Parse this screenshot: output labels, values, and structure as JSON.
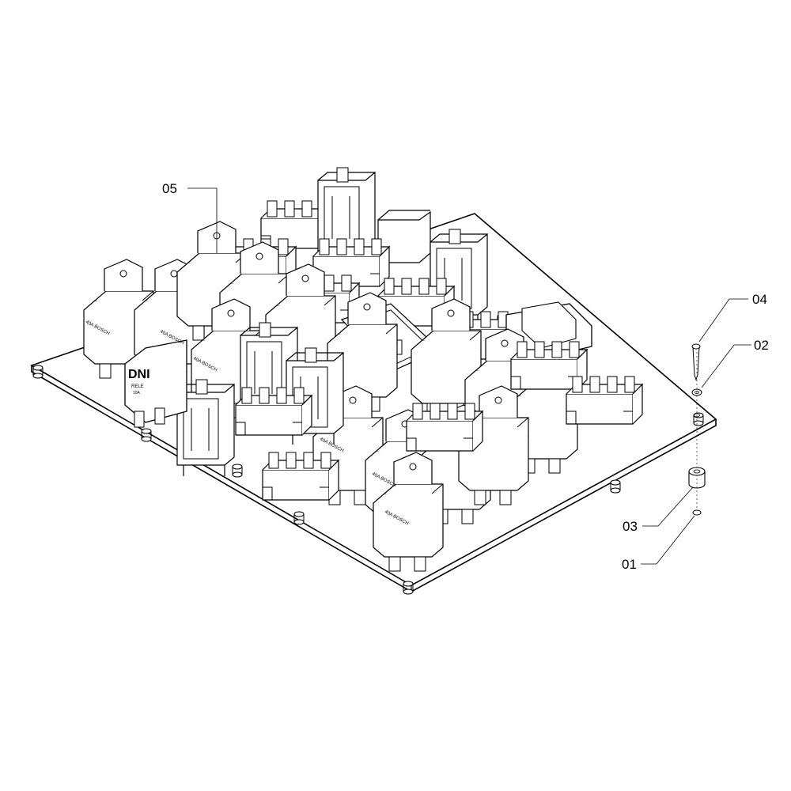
{
  "callouts": {
    "c05": "05",
    "c04": "04",
    "c02": "02",
    "c03": "03",
    "c01": "01"
  },
  "component_text": {
    "relay_print": "40A BOSCH",
    "dni_big": "DNI",
    "dni_sub": "RELE",
    "dni_num": "10A"
  },
  "colors": {
    "line": "#000000",
    "fill": "#ffffff"
  }
}
